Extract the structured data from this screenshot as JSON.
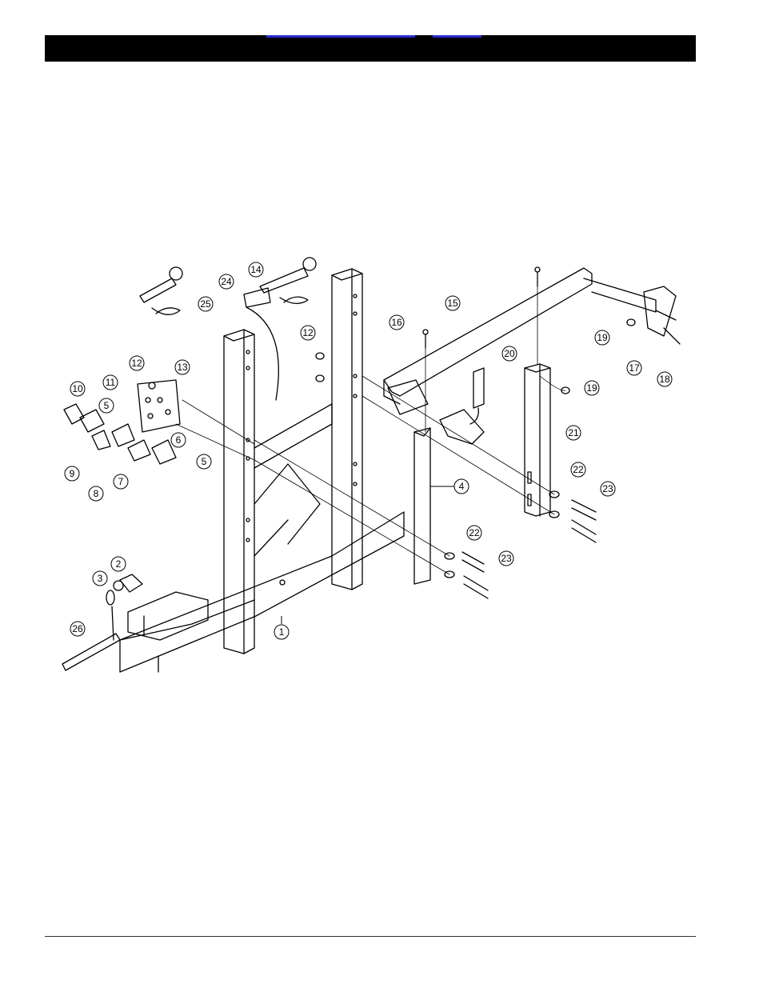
{
  "header": {
    "link_colors": {
      "accent": "#2b2bd4",
      "bar": "#000000"
    }
  },
  "diagram": {
    "part_labels": [
      "1",
      "2",
      "3",
      "4",
      "5",
      "5",
      "6",
      "7",
      "8",
      "9",
      "10",
      "11",
      "12",
      "12",
      "13",
      "14",
      "15",
      "16",
      "17",
      "18",
      "19",
      "19",
      "20",
      "21",
      "22",
      "22",
      "23",
      "23",
      "24",
      "25",
      "26"
    ]
  }
}
